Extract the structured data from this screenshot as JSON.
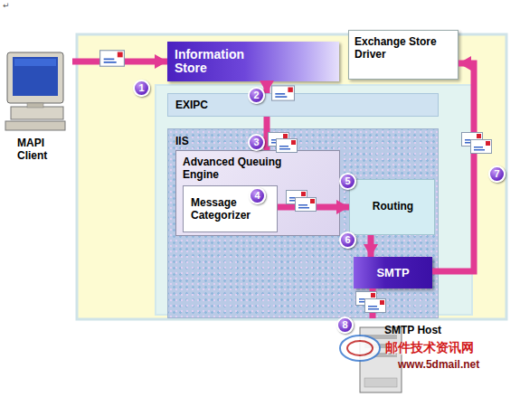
{
  "diagram": {
    "nodes": [
      {
        "text": [
          "MAPI Client"
        ]
      },
      {
        "text": [
          "Information Store"
        ]
      },
      {
        "text": [
          "Exchange Store Driver"
        ]
      },
      {
        "text": [
          "EXIPC"
        ]
      },
      {
        "text": [
          "IIS"
        ]
      },
      {
        "text": [
          "Advanced Queuing Engine"
        ],
        "in": 4
      },
      {
        "text": [
          "Message Categorizer"
        ],
        "in": 5
      },
      {
        "text": [
          "Routing"
        ],
        "in": 4
      },
      {
        "text": [
          "SMTP"
        ],
        "in": 4
      },
      {
        "text": [
          "SMTP Host"
        ]
      }
    ],
    "edges": [
      {
        "from": 0,
        "to": 1,
        "arrow": "to"
      },
      {
        "from": 1,
        "to": 3,
        "arrow": "to"
      },
      {
        "from": 3,
        "to": 5,
        "arrow": "to"
      },
      {
        "from": 6,
        "to": 7,
        "arrow": "to"
      },
      {
        "from": 7,
        "to": 8,
        "arrow": "to"
      },
      {
        "from": 8,
        "to": 2,
        "arrow": "to"
      },
      {
        "from": 8,
        "to": 9,
        "arrow": "to"
      }
    ],
    "labels": [
      "1",
      "2",
      "3",
      "4",
      "5",
      "6",
      "7",
      "8",
      "邮件技术资讯网",
      "www.5dmail.net",
      "↵"
    ]
  }
}
